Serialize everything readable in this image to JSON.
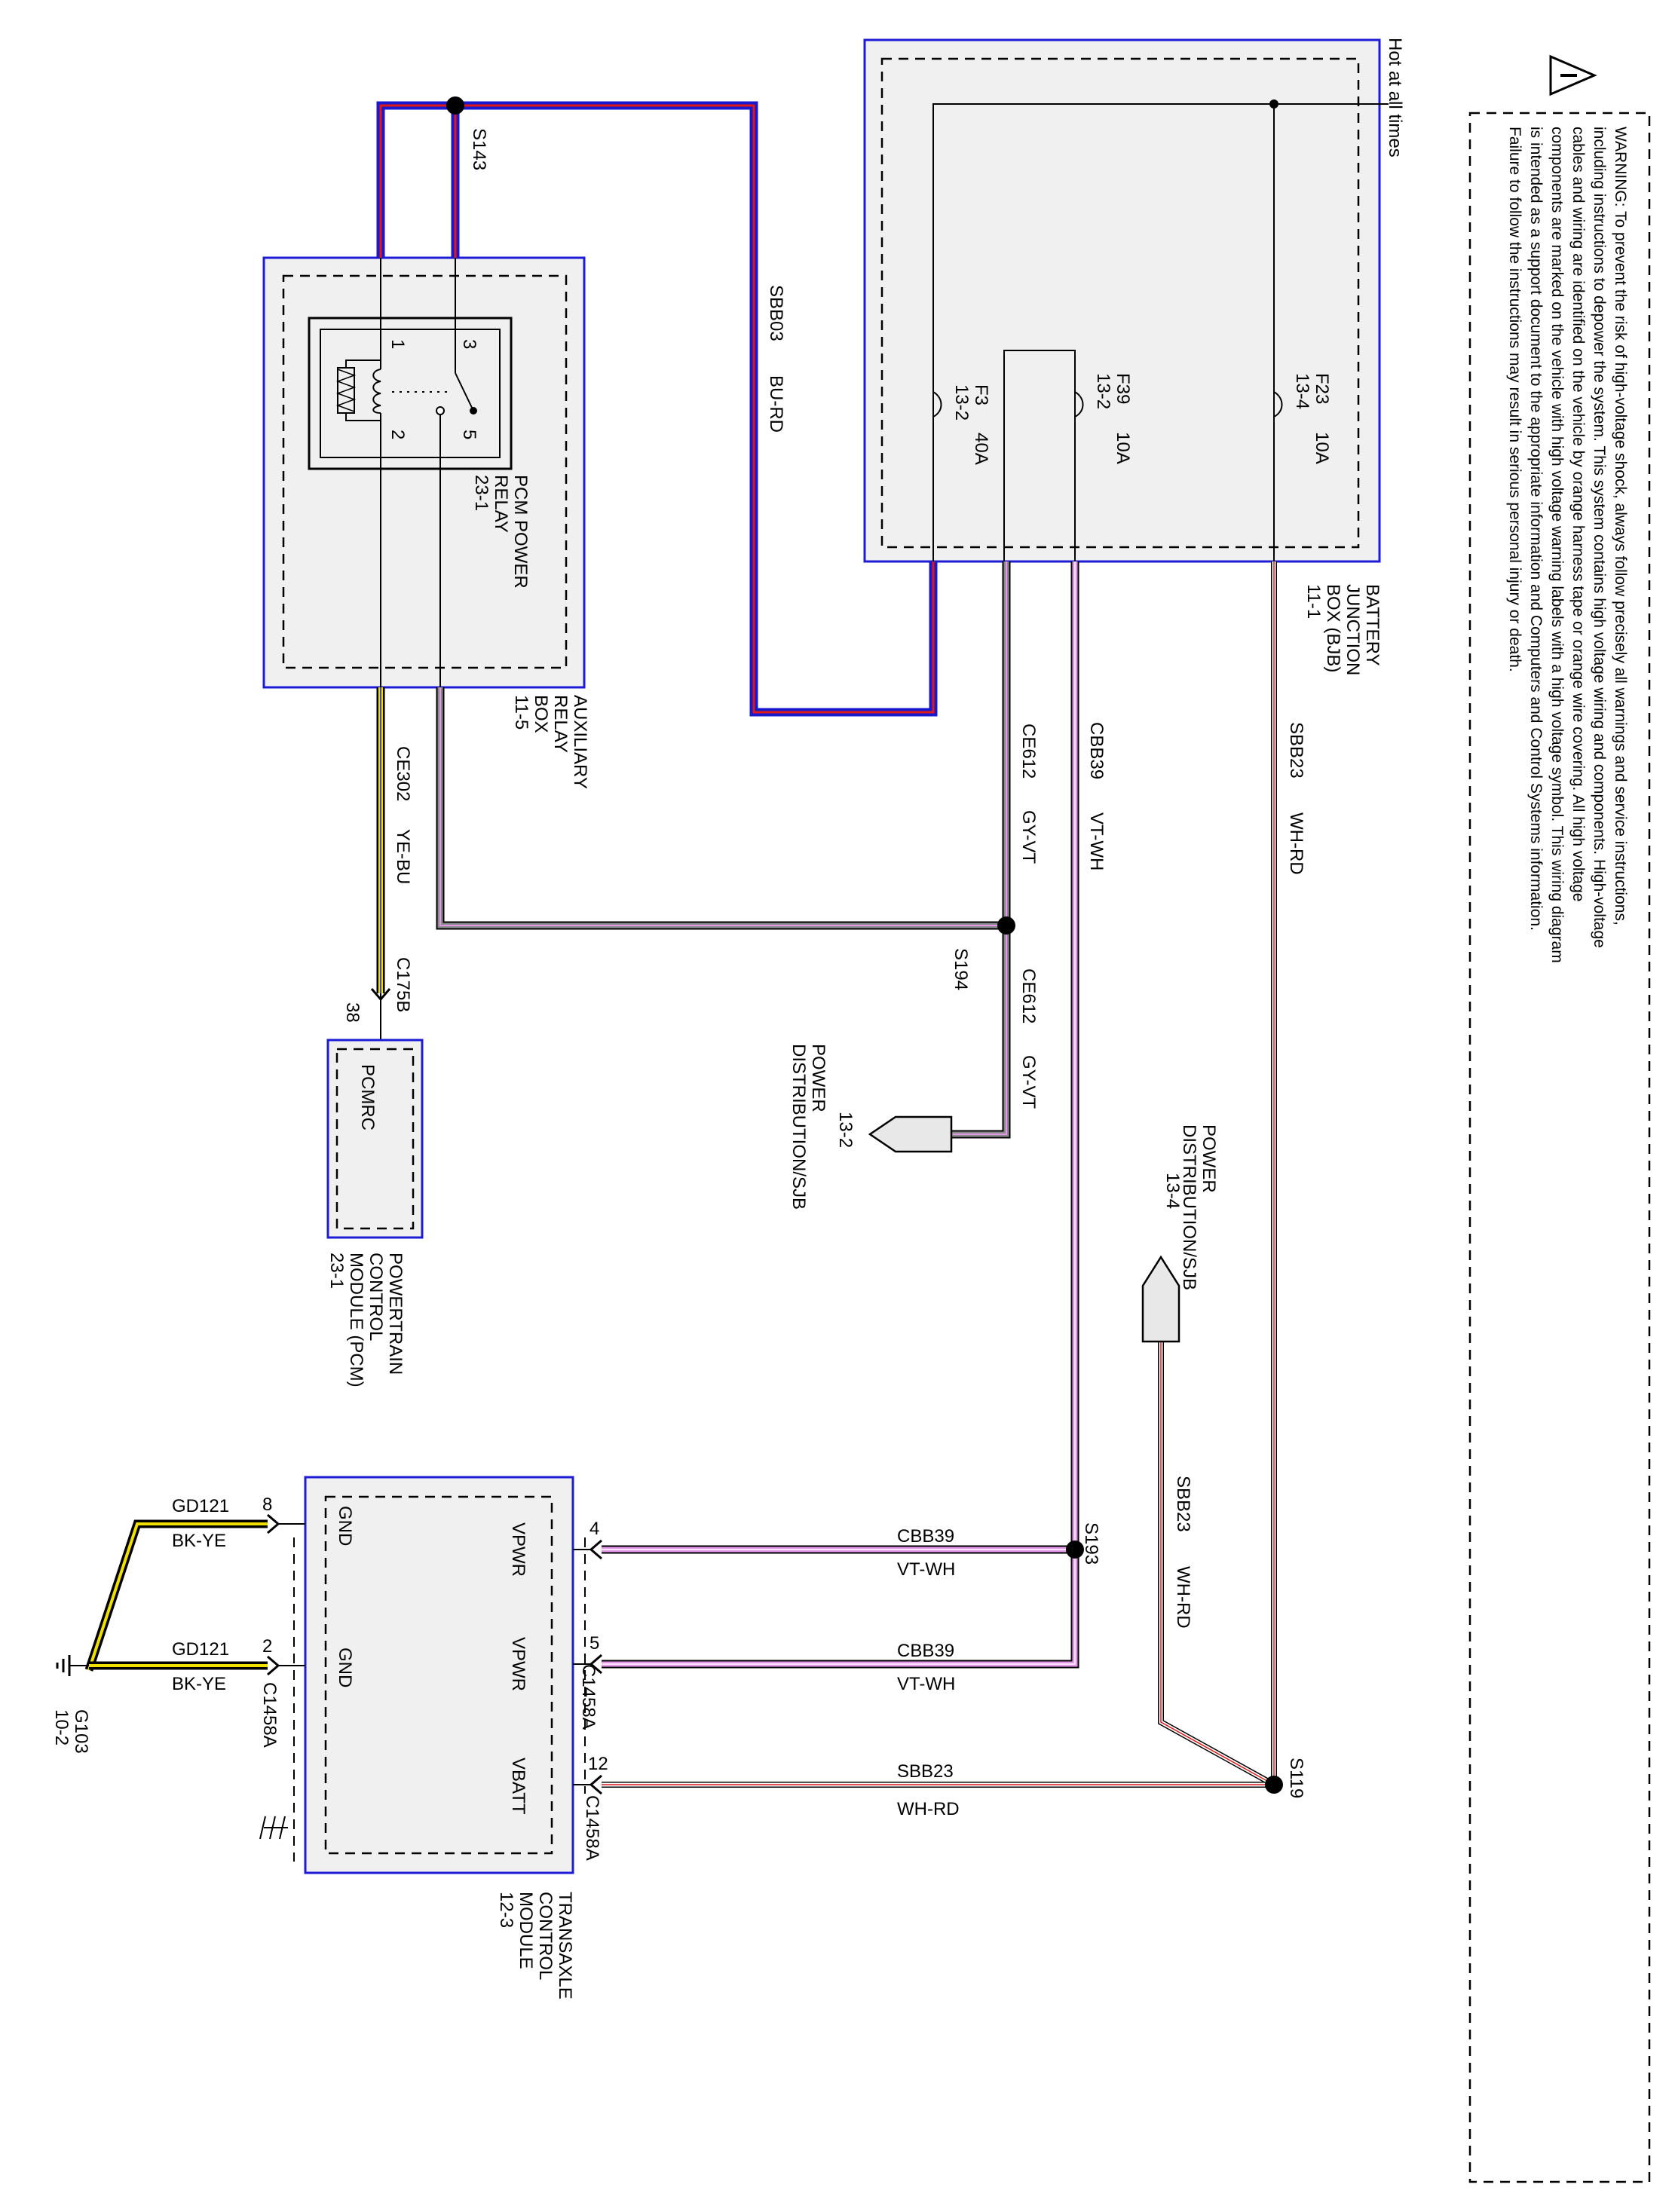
{
  "warning": {
    "lines": [
      "WARNING: To prevent the risk of high-voltage shock, always follow precisely all warnings and service instructions,",
      "including instructions to depower the system. This system contains high voltage wiring and components. High-voltage",
      "cables and wiring are identified on the vehicle by orange harness tape or orange wire covering. All high voltage",
      "components are marked on the vehicle with high voltage warning labels with a high voltage symbol. This wiring diagram",
      "is intended as a support document to the  appropriate information  and  Computers and Control  Systems information.",
      "Failure to follow the instructions may result in  serious personal injury or death."
    ]
  },
  "bjb": {
    "name_lines": [
      "BATTERY",
      "JUNCTION",
      "BOX (BJB)",
      "11-1"
    ],
    "hot_label": "Hot at all times",
    "fuses": [
      {
        "id": "F23",
        "rating": "10A",
        "ref": "13-4"
      },
      {
        "id": "F39",
        "rating": "10A",
        "ref": "13-2"
      },
      {
        "id": "F3",
        "rating": "40A",
        "ref": "13-2"
      }
    ]
  },
  "relay_box": {
    "name_lines": [
      "AUXILIARY",
      "RELAY",
      "BOX",
      "11-5"
    ],
    "relay_lines": [
      "PCM POWER",
      "RELAY",
      "23-1"
    ],
    "pins": [
      "1",
      "2",
      "3",
      "5"
    ]
  },
  "pcm": {
    "name_lines": [
      "POWERTRAIN",
      "CONTROL",
      "MODULE (PCM)",
      "23-1"
    ],
    "pin_name": "PCMRC",
    "pin": "38",
    "connector": "C175B"
  },
  "tcm": {
    "name_lines": [
      "TRANSAXLE",
      "CONTROL",
      "MODULE",
      "12-3"
    ],
    "connector_top": "C1458A",
    "connector_bottom": "C1458A",
    "pins": [
      {
        "num": "8",
        "name": "GND"
      },
      {
        "num": "2",
        "name": "GND"
      },
      {
        "num": "4",
        "name": "VPWR"
      },
      {
        "num": "5",
        "name": "VPWR"
      },
      {
        "num": "12",
        "name": "VBATT"
      }
    ]
  },
  "power_dist": [
    {
      "lines": [
        "POWER",
        "DISTRIBUTION/SJB",
        "13-2"
      ]
    },
    {
      "lines": [
        "POWER",
        "DISTRIBUTION/SJB",
        "13-4"
      ]
    }
  ],
  "ground": {
    "id": "G103",
    "ref": "10-2"
  },
  "splices": [
    "S143",
    "S194",
    "S193",
    "S119"
  ],
  "circuits": {
    "sbb03": {
      "id": "SBB03",
      "color": "BU-RD"
    },
    "sbb23": {
      "id": "SBB23",
      "color": "WH-RD"
    },
    "cbb39": {
      "id": "CBB39",
      "color": "VT-WH"
    },
    "ce612": {
      "id": "CE612",
      "color": "GY-VT"
    },
    "ce302": {
      "id": "CE302",
      "color": "YE-BU"
    },
    "gd121": {
      "id": "GD121",
      "color": "BK-YE"
    }
  },
  "wire_colors": {
    "blue": "#1818d0",
    "red": "#e01818",
    "gray": "#8a8a8a",
    "violet": "#e496e8",
    "white": "#ffffff",
    "yellow": "#f0e000",
    "black": "#000000",
    "box_border": "#1c1cd6"
  }
}
